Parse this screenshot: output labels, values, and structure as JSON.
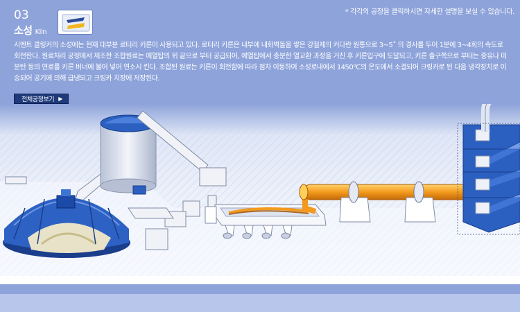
{
  "header": {
    "notice": "* 각각의 공정을 클릭하시면 자세한 설명을 보실 수 있습니다.",
    "step_number": "03",
    "title": "소성",
    "title_sub": "Kiln",
    "description": "시멘트 클링커의 소성에는 현재 대부분 로터리 키른이 사용되고 있다. 로터리 키른은 내부에 내화벽돌을 쌓은 강철제의 커다란 원통으로 3~5˚ 의 경사를 두어 1분에 3~4회의 속도로 회전한다. 원료처리 공정에서 제조한 조합원료는 예열탑의 위 끝으로 부터 공급되어, 예열탑에서 충분한 열교환 과정을 거친 후 키른입구에 도달되고, 키른 출구쪽으로 부터는 중유나 미분탄 등의 연료를 키른 버너에 불어 넣어 연소시 킨다. 조합된 원료는 키른이 회전함에 따라 점차 이동하여 소성로내에서 1450℃의 온도에서 소결되어 크링카로 된 다음 냉각장치로 이송되어 공기에 의해 급냉되고 크링카 치장에 저장된다."
  },
  "buttons": {
    "view_all": "전체공정보기"
  },
  "colors": {
    "header_bg": "#8ea3da",
    "button_bg": "#1e3a7a",
    "kiln_orange": "#f39a1e",
    "tower_blue": "#2b5fc0"
  }
}
